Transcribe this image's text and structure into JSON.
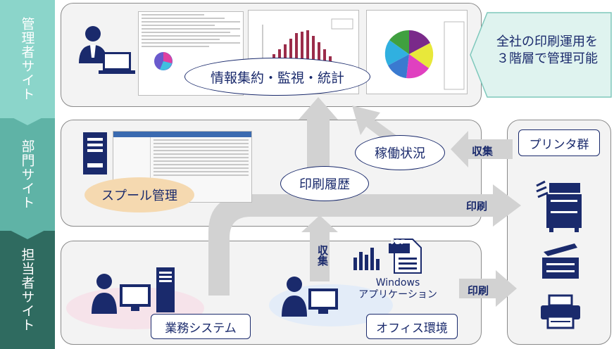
{
  "sidebar": {
    "top": "管理者サイト",
    "middle": "部門サイト",
    "bottom": "担当者サイト"
  },
  "callout": {
    "line1": "全社の印刷運用を",
    "line2": "３階層で管理可能"
  },
  "ovals": {
    "info": "情報集約・監視・統計",
    "spool": "スプール管理",
    "history": "印刷履歴",
    "status": "稼働状況"
  },
  "boxes": {
    "printers": "プリンタ群",
    "business": "業務システム",
    "office": "オフィス環境"
  },
  "arrow_labels": {
    "collect_right": "収集",
    "print_mid": "印刷",
    "collect_vertical": "収集",
    "print_bottom": "印刷"
  },
  "apps": {
    "pdf": "PDF",
    "line1": "Windows",
    "line2": "アプリケーション"
  },
  "colors": {
    "band_top": "#7fd0c4",
    "band_mid": "#4fa79a",
    "band_bottom": "#2f6b60",
    "navy": "#1a2a6c",
    "arrow": "#d2d2d2",
    "callout": "#dff3ef"
  }
}
